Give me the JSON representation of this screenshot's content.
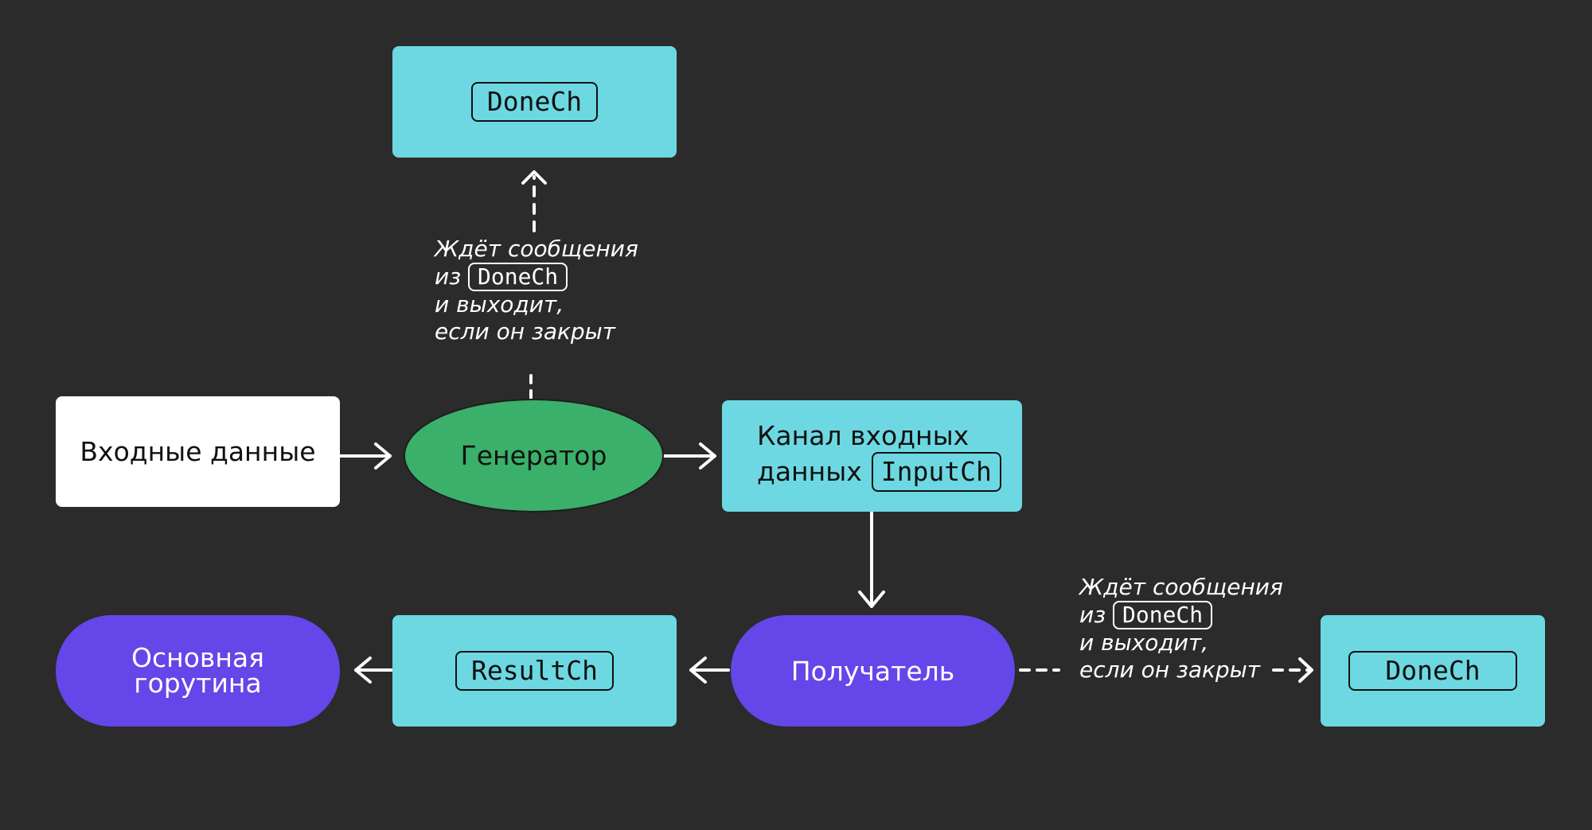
{
  "colors": {
    "background": "#2b2b2b",
    "channel": "#6dd8e2",
    "generator": "#3ab06a",
    "goroutine": "#6546e8",
    "input": "#ffffff",
    "arrow": "#ffffff"
  },
  "nodes": {
    "done_top": {
      "code": "DoneCh"
    },
    "input_data": {
      "label": "Входные данные"
    },
    "generator": {
      "label": "Генератор"
    },
    "input_channel": {
      "label_line1": "Канал входных",
      "label_line2": "данных",
      "code": "InputCh"
    },
    "main_goroutine": {
      "label_line1": "Основная",
      "label_line2": "горутина"
    },
    "result_channel": {
      "code": "ResultCh"
    },
    "receiver": {
      "label": "Получатель"
    },
    "done_right": {
      "code": "DoneCh"
    }
  },
  "notes": {
    "generator_wait": {
      "line1": "Ждёт сообщения",
      "line2_prefix": "из",
      "line2_code": "DoneCh",
      "line3": "и выходит,",
      "line4": "если он закрыт"
    },
    "receiver_wait": {
      "line1": "Ждёт сообщения",
      "line2_prefix": "из",
      "line2_code": "DoneCh",
      "line3": "и выходит,",
      "line4": "если он закрыт"
    }
  }
}
